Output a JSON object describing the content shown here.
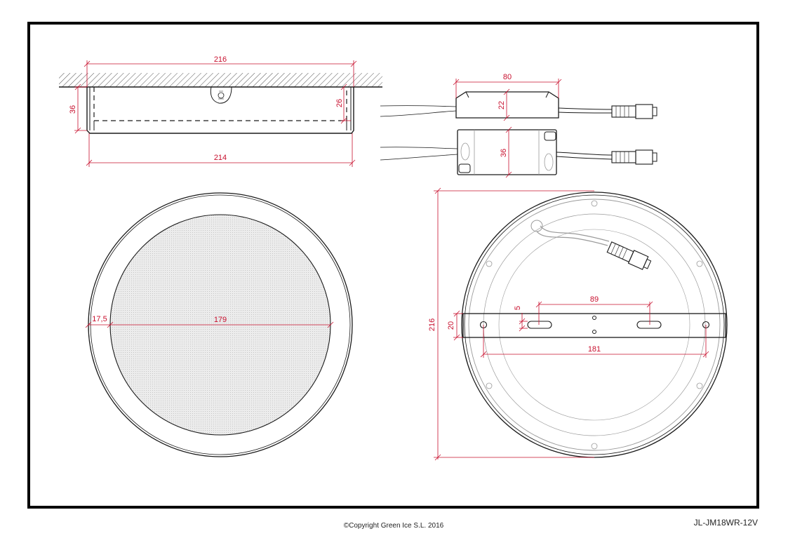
{
  "drawing": {
    "footer": {
      "copyright": "©Copyright Green Ice S.L. 2016",
      "model": "JL-JM18WR-12V"
    },
    "colors": {
      "frame": "#000000",
      "line": "#1a1a1a",
      "dimension": "#c8102e",
      "diffuser": "#e6e6e6"
    },
    "side_view": {
      "top_width": "216",
      "bottom_width": "214",
      "height": "36",
      "inner_height": "26"
    },
    "driver": {
      "length": "80",
      "height": "22",
      "width": "36"
    },
    "front_view": {
      "rim": "17,5",
      "diameter": "179"
    },
    "back_view": {
      "diameter": "216",
      "bracket_width": "20",
      "slot_height": "5",
      "slot_spacing": "89",
      "hole_spacing": "181"
    }
  }
}
